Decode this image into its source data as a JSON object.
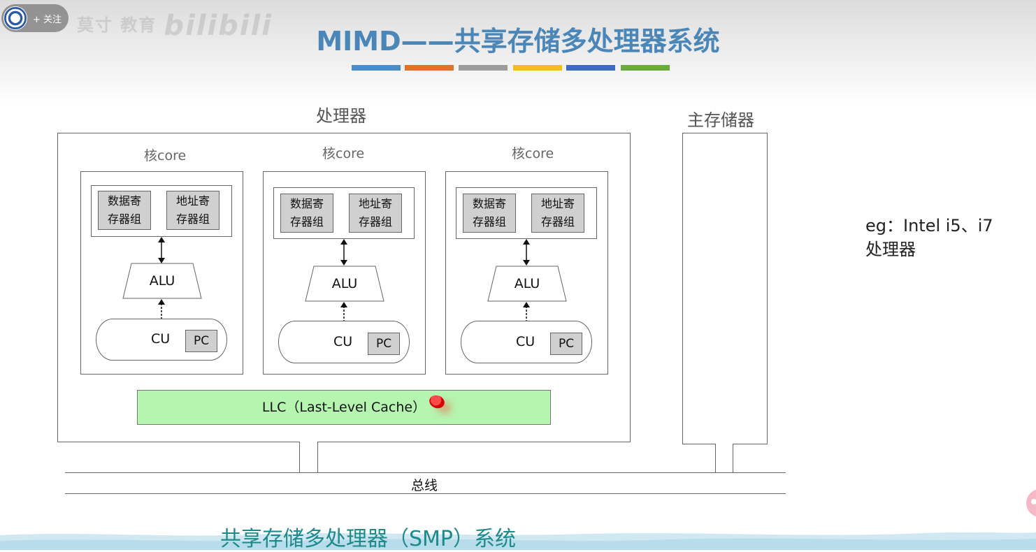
{
  "player": {
    "follow_label": "+ 关注",
    "watermark_text": "莫寸 教育",
    "platform_logo": "bilibili"
  },
  "slide": {
    "title": "MIMD——共享存储多处理器系统",
    "accent_colors": [
      "#4a8fcb",
      "#e0732c",
      "#9c9c9c",
      "#f0be1e",
      "#3e6cc0",
      "#6aaa3c"
    ],
    "processor_label": "处理器",
    "memory_label": "主存储器",
    "cores": [
      {
        "label": "核core",
        "data_reg": [
          "数据寄",
          "存器组"
        ],
        "addr_reg": [
          "地址寄",
          "存器组"
        ],
        "alu": "ALU",
        "cu": "CU",
        "pc": "PC"
      },
      {
        "label": "核core",
        "data_reg": [
          "数据寄",
          "存器组"
        ],
        "addr_reg": [
          "地址寄",
          "存器组"
        ],
        "alu": "ALU",
        "cu": "CU",
        "pc": "PC"
      },
      {
        "label": "核core",
        "data_reg": [
          "数据寄",
          "存器组"
        ],
        "addr_reg": [
          "地址寄",
          "存器组"
        ],
        "alu": "ALU",
        "cu": "CU",
        "pc": "PC"
      }
    ],
    "llc_label": "LLC（Last-Level Cache）",
    "llc_color": "#b6f5b0",
    "bus_label": "总线",
    "note_line1": "eg：Intel i5、i7",
    "note_line2": "处理器",
    "subtitle": "共享存储多处理器（SMP）系统"
  }
}
